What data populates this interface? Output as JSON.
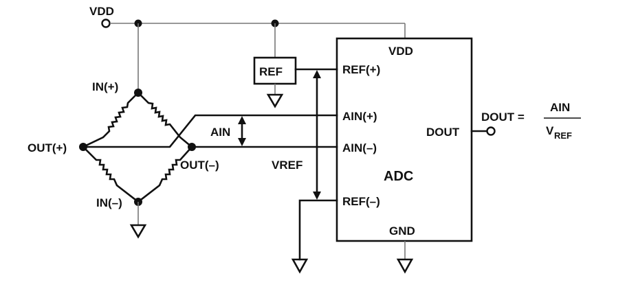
{
  "diagram": {
    "labels": {
      "vdd_supply": "VDD",
      "in_plus": "IN(+)",
      "in_minus": "IN(–)",
      "out_plus": "OUT(+)",
      "out_minus": "OUT(–)",
      "ain_arrow": "AIN",
      "vref_arrow": "VREF",
      "ref_box": "REF",
      "output_eq_left": "DOUT =",
      "output_eq_num": "AIN",
      "output_eq_den": "V",
      "output_eq_den_sub": "REF"
    },
    "adc": {
      "name": "ADC",
      "pins": {
        "vdd": "VDD",
        "ref_plus": "REF(+)",
        "ain_plus": "AIN(+)",
        "ain_minus": "AIN(–)",
        "ref_minus": "REF(–)",
        "gnd": "GND",
        "dout": "DOUT"
      }
    }
  }
}
